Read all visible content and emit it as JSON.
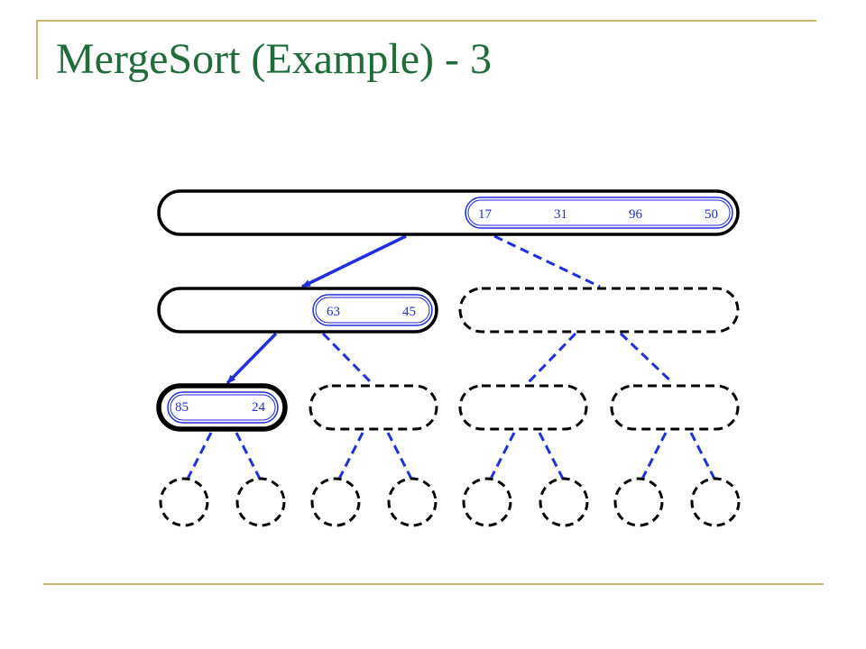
{
  "title": "MergeSort (Example) - 3",
  "colors": {
    "title": "#1f6b3a",
    "rule": "#c8b46a",
    "node_outline": "#000000",
    "active": "#1f2ee0"
  },
  "tree": {
    "root": [
      "17",
      "31",
      "96",
      "50"
    ],
    "left_child": [
      "63",
      "45"
    ],
    "current_node": [
      "85",
      "24"
    ]
  }
}
